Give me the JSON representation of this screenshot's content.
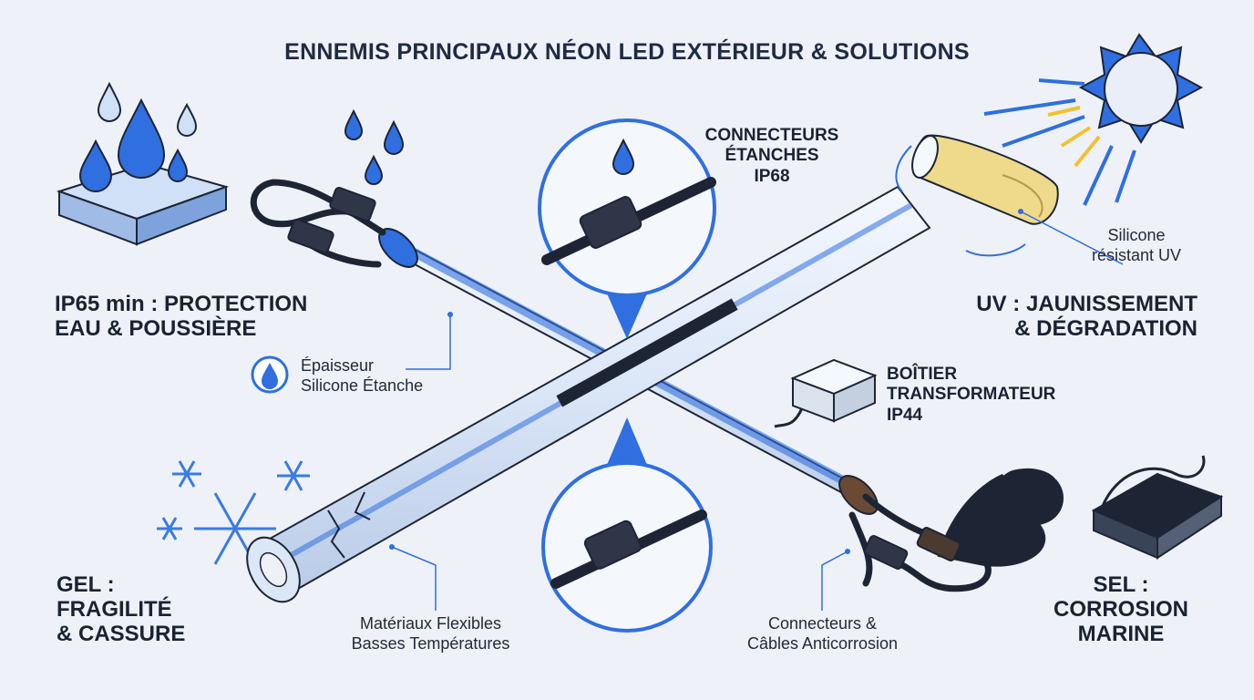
{
  "title": "ENNEMIS PRINCIPAUX NÉON LED EXTÉRIEUR & SOLUTIONS",
  "headings": {
    "ip65": [
      "IP65 min : PROTECTION",
      "EAU & POUSSIÈRE"
    ],
    "uv": [
      "UV : JAUNISSEMENT",
      "& DÉGRADATION"
    ],
    "gel": [
      "GEL :",
      "FRAGILITÉ",
      "& CASSURE"
    ],
    "sel": [
      "SEL :",
      "CORROSION",
      "MARINE"
    ]
  },
  "callouts": {
    "connecteurs_ip68": [
      "CONNECTEURS",
      "ÉTANCHES",
      "IP68"
    ],
    "boitier": [
      "BOÎTIER",
      "TRANSFORMATEUR",
      "IP44"
    ]
  },
  "labels": {
    "silicone_uv": [
      "Silicone",
      "résistant UV"
    ],
    "epaisseur": [
      "Épaisseur",
      "Silicone Étanche"
    ],
    "materiaux": [
      "Matériaux Flexibles",
      "Basses Températures"
    ],
    "anticorrosion": [
      "Connecteurs &",
      "Câbles Anticorrosion"
    ]
  },
  "colors": {
    "accent_blue": "#2f6fe0",
    "dark_outline": "#1d2535",
    "background": "#eef1f7",
    "uv_yellow": "#efd98a",
    "rust": "#7a4a2a"
  }
}
